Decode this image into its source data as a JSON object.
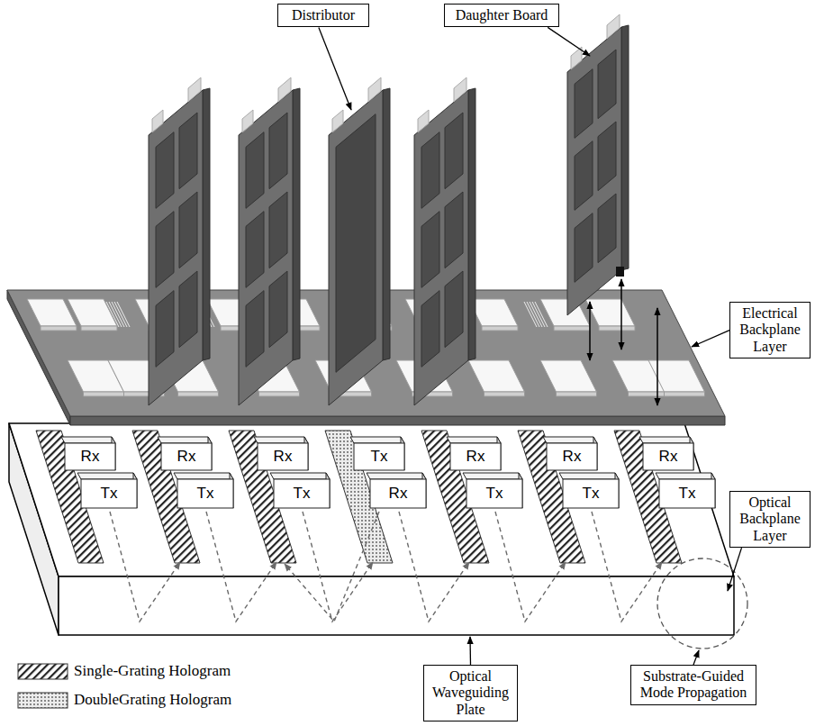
{
  "diagram": {
    "nodes": [
      {
        "text": [
          "Distributor"
        ]
      },
      {
        "text": [
          "Daughter Board"
        ]
      },
      {
        "text": [
          "Electrical Backplane Layer"
        ]
      },
      {
        "text": [
          "Optical Backplane Layer"
        ]
      },
      {
        "text": [
          "Optical Waveguiding Plate"
        ]
      },
      {
        "text": [
          "Substrate-Guided Mode Propagation"
        ]
      }
    ],
    "labels": [
      "Rx",
      "Tx",
      "Rx",
      "Tx",
      "Rx",
      "Tx",
      "Tx",
      "Rx",
      "Rx",
      "Tx",
      "Rx",
      "Tx",
      "Rx",
      "Tx"
    ],
    "legend": [
      {
        "text": "Single-Grating Hologram"
      },
      {
        "text": "DoubleGrating Hologram"
      }
    ]
  }
}
